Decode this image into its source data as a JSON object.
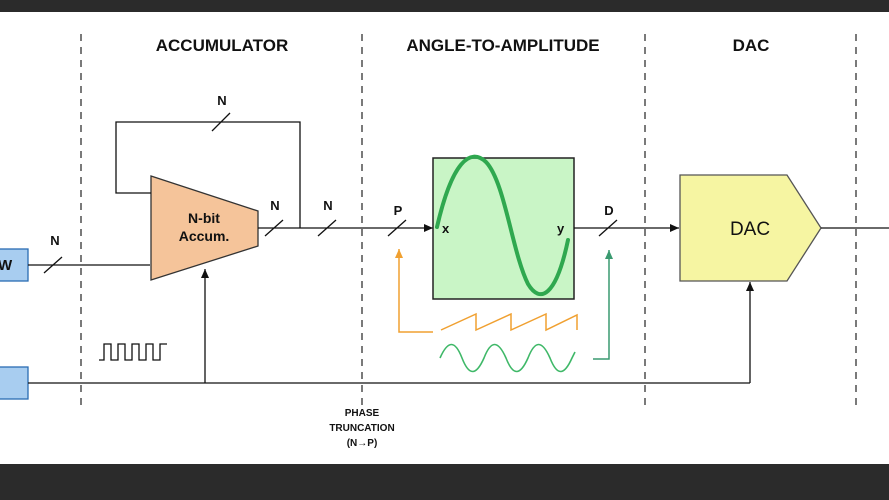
{
  "headers": {
    "accumulator": "ACCUMULATOR",
    "angle_to_amplitude": "ANGLE-TO-AMPLITUDE",
    "dac": "DAC"
  },
  "inputs": {
    "tuning_word_partial": "W",
    "clock_partial": ""
  },
  "bus_labels": {
    "input": "N",
    "feedback": "N",
    "accum_out": "N",
    "to_lut": "N",
    "phase": "P",
    "amplitude": "D"
  },
  "accumulator_block": {
    "line1": "N-bit",
    "line2": "Accum."
  },
  "lut_block": {
    "in_port": "x",
    "out_port": "y"
  },
  "dac_block": {
    "label": "DAC"
  },
  "phase_truncation_note": {
    "line1": "PHASE",
    "line2": "TRUNCATION",
    "line3": "(N→P)"
  },
  "colors": {
    "accumulator_fill": "#f5c49a",
    "lut_fill": "#c9f5c6",
    "lut_wave": "#2fa84f",
    "dac_fill": "#f6f5a2",
    "input_fill": "#a8cdf0",
    "sawtooth": "#f0a030",
    "sine_small": "#3fb868",
    "output_arrow_green": "#3a9a70"
  }
}
